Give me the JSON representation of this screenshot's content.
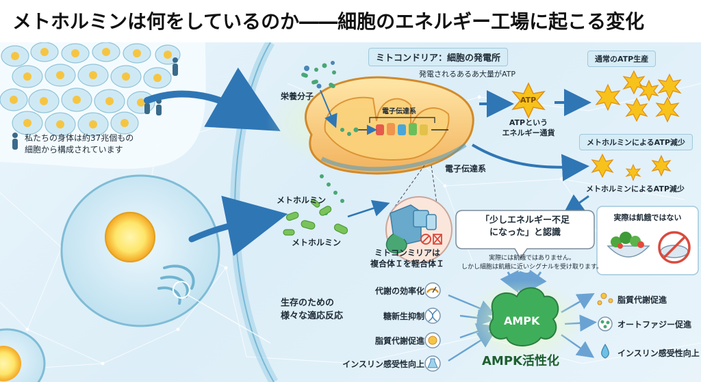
{
  "title": "メトホルミンは何をしているのか――細胞のエネルギー工場に起こる変化",
  "body_cells": {
    "caption_line1": "私たちの身体は約37兆個もの",
    "caption_line2": "細胞から構成されています"
  },
  "mitochondria": {
    "header": "ミトコンドリア：細胞の発電所",
    "production_note": "発電されるあるあ大量がATP",
    "nutrients_label": "栄養分子",
    "etc_label_inner": "電子伝達系",
    "etc_label_outer": "電子伝達系",
    "atp_caption_line1": "ATPという",
    "atp_caption_line2": "エネルギー通貨"
  },
  "atp": {
    "token": "ATP",
    "normal_header": "通常のATP生産",
    "reduced_header": "メトホルミンによるATP減少",
    "reduced_caption": "メトホルミンによるATP減少"
  },
  "metformin": {
    "label_top": "メトホルミン",
    "label_bottom": "メトホルミン",
    "complex_caption_line1": "ミトコンミリアは",
    "complex_caption_line2": "複合体Ｉを軽合体Ｉ"
  },
  "signal": {
    "bubble_line1": "「少しエネルギー不足",
    "bubble_line2": "になった」と認識",
    "not_hunger": "実際は飢餓ではない",
    "note_line1": "実際には飢餓ではありません。",
    "note_line2": "しかし細胞は飢餓に近いシグナルを受け取ります。"
  },
  "adaptation": {
    "title_line1": "生存のための",
    "title_line2": "様々な適応反応",
    "inputs": [
      "代謝の効率化",
      "糖新生抑制",
      "脂質代謝促進",
      "インスリン感受性向上"
    ],
    "outputs": [
      "脂質代謝促進",
      "オートファジー促進",
      "インスリン感受性向上"
    ]
  },
  "ampk": {
    "label": "AMPK",
    "activation": "AMPK活性化"
  },
  "colors": {
    "accent_orange": "#f5a623",
    "atp_yellow": "#f7c21b",
    "ampk_green": "#3fae5a",
    "arrow_blue": "#2f76b5",
    "mito_orange": "#f2b25c"
  },
  "icons": [
    "human-figure-icon",
    "gauge-icon",
    "dna-icon",
    "lipid-icon",
    "flask-icon",
    "recycle-icon",
    "water-drop-icon",
    "salad-bowl-icon",
    "no-food-icon",
    "blocked-icon"
  ]
}
